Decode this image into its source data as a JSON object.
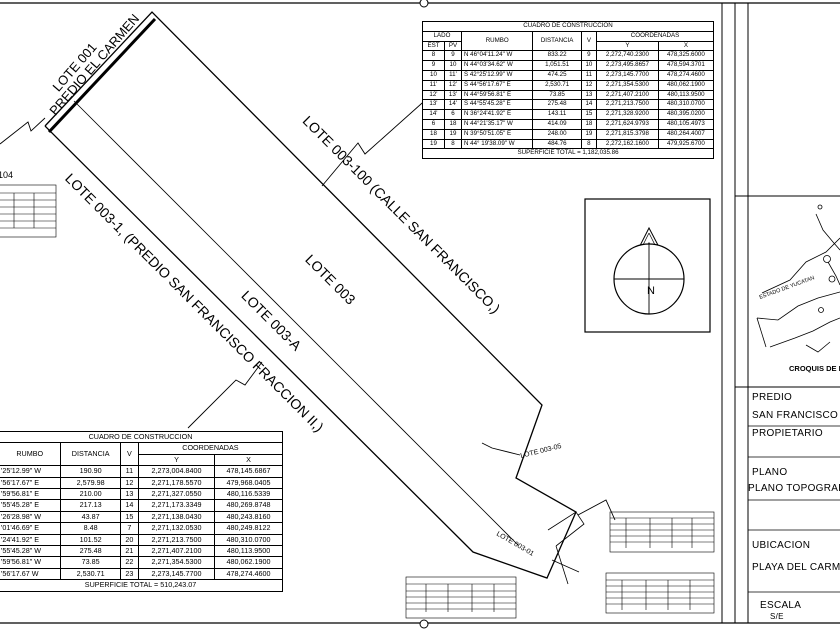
{
  "lot_labels": {
    "lote_001": "LOTE 001",
    "predio_el_carmen": "PREDIO EL CARMEN",
    "lote_003": "LOTE 003",
    "lote_003_a": "LOTE 003-A",
    "lote_003_1": "LOTE 003-1, (PREDIO SAN FRANCISCO FRACCION II,)",
    "lote_003_100": "LOTE 003-100 (CALLE SAN FRANCISCO,)",
    "lote_003_05": "LOTE 003-05",
    "lote_003_01": "LOTE 003-01",
    "ref_104": "104"
  },
  "north_arrow": {
    "letter": "N"
  },
  "table_top": {
    "title": "CUADRO DE CONSTRUCCION",
    "h_lado": "LADO",
    "h_est": "EST",
    "h_pv": "PV",
    "h_rumbo": "RUMBO",
    "h_distancia": "DISTANCIA",
    "h_v": "V",
    "h_coordenadas": "COORDENADAS",
    "h_y": "Y",
    "h_x": "X",
    "rows": [
      [
        "8",
        "9",
        "N 46°04'11.24\" W",
        "833.22",
        "9",
        "2,272,740.2300",
        "478,325.6000"
      ],
      [
        "9",
        "10",
        "N 44°03'34.62\" W",
        "1,051.51",
        "10",
        "2,273,495.8657",
        "478,594.3701"
      ],
      [
        "10",
        "11'",
        "S 42°25'12.99\" W",
        "474.25",
        "11",
        "2,273,145.7700",
        "478,274.4600"
      ],
      [
        "11'",
        "12'",
        "S 44°56'17.67\" E",
        "2,530.71",
        "12",
        "2,271,354.5300",
        "480,062.1900"
      ],
      [
        "12'",
        "13'",
        "N 44°59'56.81\" E",
        "73.85",
        "13",
        "2,271,407.2100",
        "480,113.9500"
      ],
      [
        "13'",
        "14'",
        "S 44°55'45.28\" E",
        "275.48",
        "14",
        "2,271,213.7500",
        "480,310.0700"
      ],
      [
        "14'",
        "6",
        "N 36°24'41.92\" E",
        "143.11",
        "15",
        "2,271,328.9200",
        "480,395.0200"
      ],
      [
        "6",
        "18",
        "N 44°21'35.17\" W",
        "414.09",
        "18",
        "2,271,624.9793",
        "480,105.4973"
      ],
      [
        "18",
        "19",
        "N 39°50'51.05\" E",
        "248.00",
        "19",
        "2,271,815.3798",
        "480,264.4007"
      ],
      [
        "19",
        "8",
        "N 44° 19'38.09\" W",
        "484.76",
        "8",
        "2,272,162.1600",
        "479,925.6700"
      ]
    ],
    "total": "SUPERFICIE TOTAL = 1,182,035.86"
  },
  "table_bottom": {
    "title": "CUADRO DE CONSTRUCCION",
    "h_rumbo": "RUMBO",
    "h_distancia": "DISTANCIA",
    "h_v": "V",
    "h_coordenadas": "COORDENADAS",
    "h_y": "Y",
    "h_x": "X",
    "rows": [
      [
        "'25'12.99\" W",
        "190.90",
        "11",
        "2,273,004.8400",
        "478,145.6867"
      ],
      [
        "'56'17.67\" E",
        "2,579.98",
        "12",
        "2,271,178.5570",
        "479,968.0405"
      ],
      [
        "'59'56.81\" E",
        "210.00",
        "13",
        "2,271,327.0550",
        "480,116.5339"
      ],
      [
        "'55'45.28\" E",
        "217.13",
        "14",
        "2,271,173.3349",
        "480,269.8748"
      ],
      [
        "'26'28.98\" W",
        "43.87",
        "15",
        "2,271,138.0430",
        "480,243.8160"
      ],
      [
        "'01'46.69\" E",
        "8.48",
        "7",
        "2,271,132.0530",
        "480,249.8122"
      ],
      [
        "'24'41.92\" E",
        "101.52",
        "20",
        "2,271,213.7500",
        "480,310.0700"
      ],
      [
        "'55'45.28\" W",
        "275.48",
        "21",
        "2,271,407.2100",
        "480,113.9500"
      ],
      [
        "'59'56.81\" W",
        "73.85",
        "22",
        "2,271,354.5300",
        "480,062.1900"
      ],
      [
        "'56'17.67 W",
        "2,530.71",
        "23",
        "2,273,145.7700",
        "478,274.4600"
      ]
    ],
    "total": "SUPERFICIE TOTAL = 510,243.07"
  },
  "location_map": {
    "caption": "CROQUIS DE LOC",
    "state_label": "ESTADO DE YUCATAN"
  },
  "title_block": {
    "predio_label": "PREDIO",
    "predio_value": "SAN FRANCISCO",
    "propietario_label": "PROPIETARIO",
    "plano_label": "PLANO",
    "plano_value": "PLANO TOPOGRAF",
    "ubicacion_label": "UBICACION",
    "ubicacion_value": "PLAYA DEL CARME",
    "escala_label": "ESCALA",
    "escala_value": "S/E"
  }
}
